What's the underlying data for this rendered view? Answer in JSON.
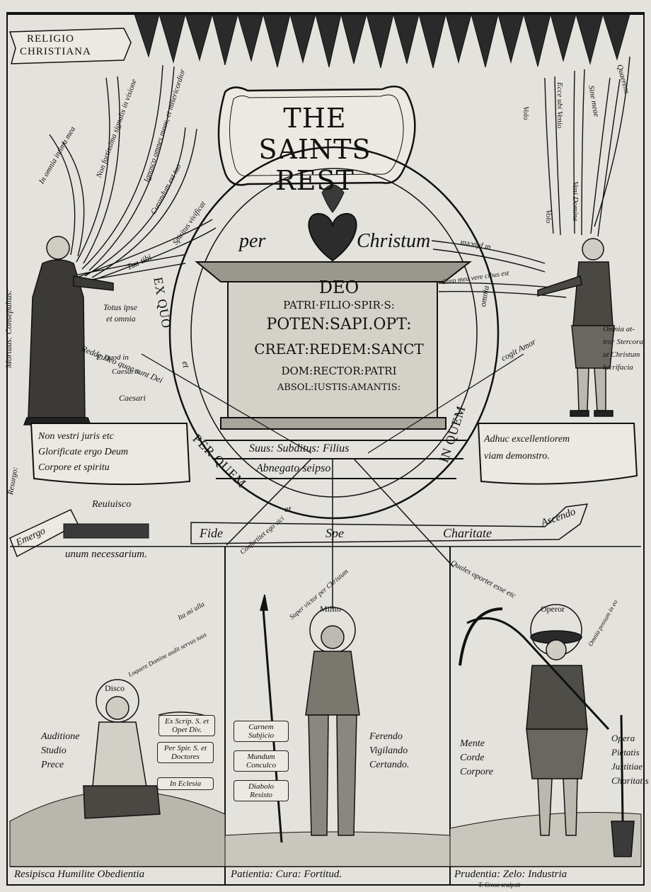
{
  "banner": {
    "line1": "RELIGIO",
    "line2": "CHRISTIANA"
  },
  "title": {
    "line1": "THE SAINTS",
    "line2": "REST"
  },
  "heart_text": {
    "left": "per",
    "right": "Christum"
  },
  "altar": {
    "line1": "DEO",
    "line2": "PATRI·FILIO·SPIR·S:",
    "line3": "POTEN:SAPI.OPT:",
    "line4": "CREAT:REDEM:SANCT",
    "line5": "DOM:RECTOR:PATRI",
    "line6": "ABSOL:IUSTIS:AMANTIS:"
  },
  "oval": {
    "ex_quo": "EX QUO",
    "et1": "et",
    "per_quem": "PER QUEM",
    "et2": "et",
    "in_quem": "IN QUEM",
    "omnia": "omnia"
  },
  "under_altar": {
    "line1": "Suus: Subditus: Filius",
    "line2": "Abnegato seipso"
  },
  "left_figure": {
    "speech": [
      "In omnia intima mea",
      "Non fortissima signalis in visione",
      "Ignosco omnes meos, et misericordior",
      "Curandum est tuo",
      "Spiritus vivificat",
      "Tua tibi"
    ],
    "side1": "Totus ipse",
    "side2": "et omnia",
    "banner": "Redde Deo quae sunt Dei",
    "extra1": "Et quod in",
    "extra2": "Caesaris",
    "extra3": "Caesari",
    "vertical": "Mortuus: Consepultus:",
    "resurgo": "Resurgo:",
    "box": [
      "Non vestri juris etc",
      "Glorificate ergo Deum",
      "Corpore et spiritu"
    ]
  },
  "right_figure": {
    "speech": [
      "Volo",
      "Ecce ubi Venio",
      "Sine meae",
      "Quaerens"
    ],
    "speech2": [
      "Volo",
      "Veni Domine"
    ],
    "placeat": "ut placeat",
    "hand_scroll": "Caro mea vere cibus est",
    "cogit": "cogit Amor",
    "side": [
      "Omnia at-",
      "tror Stercora",
      "ut Christum",
      "lucrifacia"
    ],
    "box": [
      "Adhuc excellentiorem",
      "viam demonstro."
    ]
  },
  "middle_band": {
    "emergo": "Emergo",
    "reuiuisco": "Reuiuisco",
    "necessarium": "unum necessarium.",
    "fide": "Fide",
    "spe": "Spe",
    "charitate": "Charitate",
    "ascendo": "Ascendo"
  },
  "panel_left": {
    "halo": "Disco",
    "speech": "Loquere Domine audit servus tuus",
    "speech2": "Ita mi ulla",
    "scrolls": [
      "Ex Scrip. S. et Opet Div.",
      "Per Spir. S. et Doctores",
      "In Eclesia"
    ],
    "side": [
      "Auditione",
      "Studio",
      "Prece"
    ],
    "footer": "Resipisca Humilite Obedientia"
  },
  "panel_mid": {
    "halo": "Milito",
    "banner1": "Confortitet ego vici",
    "banner2": "Super victor per Christum",
    "scrolls": [
      "Carnem Subjicio",
      "Mundum Conculco",
      "Diabolo Resisto"
    ],
    "side": [
      "Ferendo",
      "Vigilando",
      "Certando."
    ],
    "footer": "Patientia: Cura: Fortitud."
  },
  "panel_right": {
    "halo": "Operor",
    "banner": "Quales oportet esse etc",
    "speech": "Omnia possum in eo",
    "side": [
      "Mente",
      "Corde",
      "Corpore"
    ],
    "side2": [
      "Opera",
      "Pietatis",
      "Justitiae",
      "Charitatis"
    ],
    "footer": "Prudentia: Zelo: Industria",
    "signature": "T. Cross sculpsit"
  },
  "colors": {
    "paper": "#e4e2dc",
    "ink": "#111111",
    "shade": "#8a8780",
    "frame": "#1c1c1c"
  }
}
